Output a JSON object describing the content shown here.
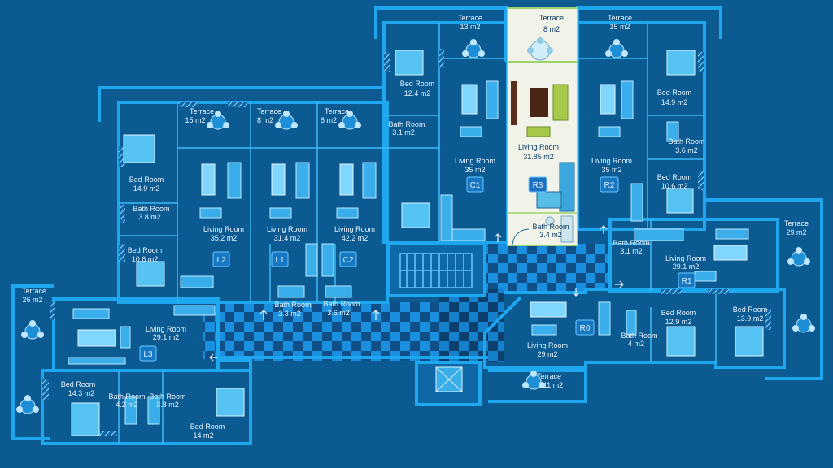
{
  "units": {
    "C1": "C1",
    "C2": "C2",
    "L1": "L1",
    "L2": "L2",
    "L3": "L3",
    "R0": "R0",
    "R1": "R1",
    "R2": "R2",
    "R3": "R3"
  },
  "rooms": {
    "terrace_13": {
      "name": "Terrace",
      "area": "13 m2"
    },
    "terrace_8_top": {
      "name": "Terrace",
      "area": "8 m2"
    },
    "terrace_15_top": {
      "name": "Terrace",
      "area": "15 m2"
    },
    "terrace_15_left": {
      "name": "Terrace",
      "area": "15 m2"
    },
    "terrace_8_l1": {
      "name": "Terrace",
      "area": "8 m2"
    },
    "terrace_8_c2": {
      "name": "Terrace",
      "area": "8 m2"
    },
    "terrace_29": {
      "name": "Terrace",
      "area": "29 m2"
    },
    "terrace_26": {
      "name": "Terrace",
      "area": "26 m2"
    },
    "terrace_11": {
      "name": "Terrace",
      "area": "11 m2"
    },
    "bed_12_4": {
      "name": "Bed Room",
      "area": "12.4 m2"
    },
    "bed_14_9_r": {
      "name": "Bed Room",
      "area": "14.9 m2"
    },
    "bed_14_9_l": {
      "name": "Bed Room",
      "area": "14.9 m2"
    },
    "bed_10_6_l": {
      "name": "Bed Room",
      "area": "10.6 m2"
    },
    "bed_10_6_r": {
      "name": "Bed Room",
      "area": "10.6 m2"
    },
    "bed_14_3": {
      "name": "Bed Room",
      "area": "14.3 m2"
    },
    "bed_14": {
      "name": "Bed Room",
      "area": "14 m2"
    },
    "bed_12_9": {
      "name": "Bed Room",
      "area": "12.9 m2"
    },
    "bed_13_9": {
      "name": "Bed Room",
      "area": "13.9 m2"
    },
    "bath_3_1_c1": {
      "name": "Bath Room",
      "area": "3.1 m2"
    },
    "bath_3_6_r2": {
      "name": "Bath Room",
      "area": "3.6 m2"
    },
    "bath_3_8_l2": {
      "name": "Bath Room",
      "area": "3.8 m2"
    },
    "bath_3_4_r3": {
      "name": "Bath Room",
      "area": "3.4 m2"
    },
    "bath_3_1_r1": {
      "name": "Bath Room",
      "area": "3.1 m2"
    },
    "bath_3_3_l1": {
      "name": "Bath Room",
      "area": "3.3 m2"
    },
    "bath_3_6_c2": {
      "name": "Bath Room",
      "area": "3.6 m2"
    },
    "bath_4_2": {
      "name": "Bath Room",
      "area": "4.2 m2"
    },
    "bath_3_8_l3": {
      "name": "Bath Room",
      "area": "3.8 m2"
    },
    "bath_4_r0": {
      "name": "Bath Room",
      "area": "4 m2"
    },
    "living_c1": {
      "name": "Living Room",
      "area": "35 m2"
    },
    "living_r3": {
      "name": "Living Room",
      "area": "31.85 m2"
    },
    "living_r2": {
      "name": "Living Room",
      "area": "35 m2"
    },
    "living_l2": {
      "name": "Living Room",
      "area": "35.2  m2"
    },
    "living_l1": {
      "name": "Living Room",
      "area": "31.4  m2"
    },
    "living_c2": {
      "name": "Living Room",
      "area": "42.2  m2"
    },
    "living_r1": {
      "name": "Living Room",
      "area": "29.1 m2"
    },
    "living_l3": {
      "name": "Living Room",
      "area": "29.1 m2"
    },
    "living_r0": {
      "name": "Living Room",
      "area": "29 m2"
    }
  },
  "colors": {
    "background": "#0b5a92",
    "wall": "#1ea6ef",
    "highlight_unit": "#f1f2e8",
    "highlight_border": "#9bd46a"
  }
}
